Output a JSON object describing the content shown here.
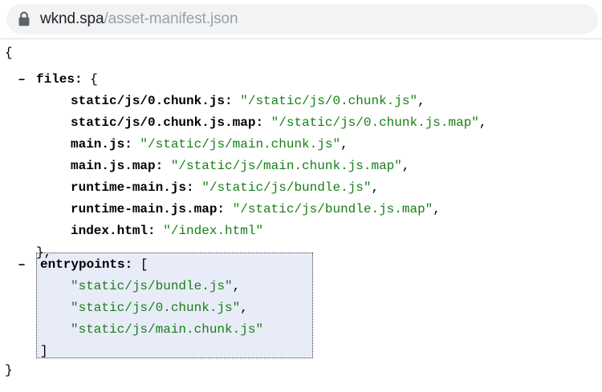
{
  "urlbar": {
    "lock_icon": "lock-icon",
    "domain": "wknd.spa",
    "path": "/asset-manifest.json",
    "full_url": "wknd.spa/asset-manifest.json"
  },
  "json_viewer": {
    "open_brace": "{",
    "close_brace": "}",
    "collapse_marker": "–",
    "files": {
      "key": "files:",
      "open": "{",
      "close": "},",
      "entries": [
        {
          "key": "static/js/0.chunk.js:",
          "value": "\"/static/js/0.chunk.js\"",
          "comma": ","
        },
        {
          "key": "static/js/0.chunk.js.map:",
          "value": "\"/static/js/0.chunk.js.map\"",
          "comma": ","
        },
        {
          "key": "main.js:",
          "value": "\"/static/js/main.chunk.js\"",
          "comma": ","
        },
        {
          "key": "main.js.map:",
          "value": "\"/static/js/main.chunk.js.map\"",
          "comma": ","
        },
        {
          "key": "runtime-main.js:",
          "value": "\"/static/js/bundle.js\"",
          "comma": ","
        },
        {
          "key": "runtime-main.js.map:",
          "value": "\"/static/js/bundle.js.map\"",
          "comma": ","
        },
        {
          "key": "index.html:",
          "value": "\"/index.html\"",
          "comma": ""
        }
      ]
    },
    "entrypoints": {
      "key": "entrypoints:",
      "open": "[",
      "close": "]",
      "items": [
        {
          "value": "\"static/js/bundle.js\"",
          "comma": ","
        },
        {
          "value": "\"static/js/0.chunk.js\"",
          "comma": ","
        },
        {
          "value": "\"static/js/main.chunk.js\"",
          "comma": ""
        }
      ]
    }
  },
  "colors": {
    "string_green": "#167f16",
    "key_black": "#000000",
    "selection_bg": "#e8ecf8",
    "selection_border": "#3a3a3a",
    "urlbar_bg": "#f1f3f4",
    "url_domain": "#202124",
    "url_path": "#9aa0a6"
  }
}
